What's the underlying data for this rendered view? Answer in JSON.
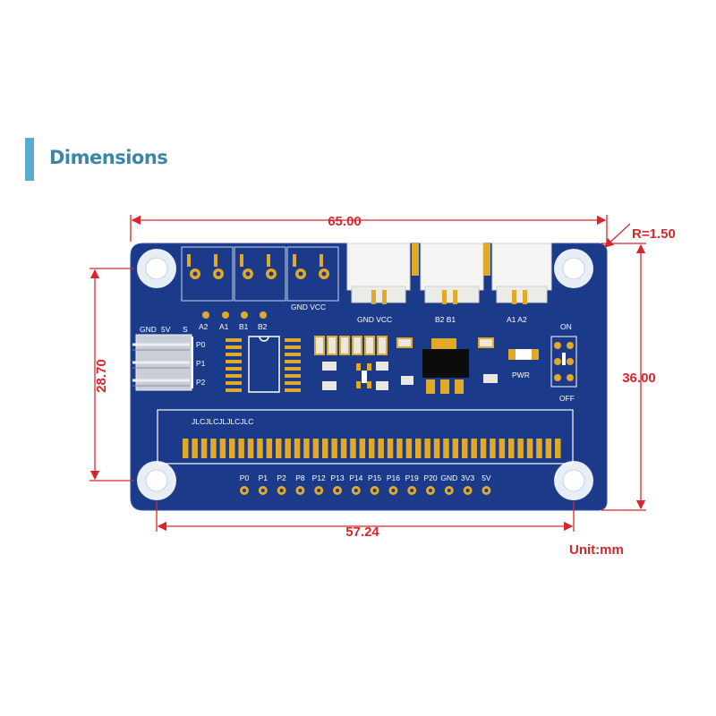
{
  "heading": "Dimensions",
  "dimensions": {
    "width": "65.00",
    "height": "36.00",
    "hole_spacing_x": "57.24",
    "hole_spacing_y": "28.70",
    "corner_radius": "R=1.50"
  },
  "unit": "Unit:mm",
  "colors": {
    "board": "#1c3a8a",
    "dimension": "#d9262a",
    "accent": "#5aa9cf"
  },
  "board": {
    "header_top_a": [
      "A2",
      "A1",
      "B1",
      "B2"
    ],
    "power_label": "GND VCC",
    "connector_left": "GND VCC",
    "connector_mid": "B2 B1",
    "connector_right": "A1 A2",
    "servo_header": [
      "GND",
      "5V",
      "S"
    ],
    "servo_rows": [
      "P0",
      "P1",
      "P2"
    ],
    "pwr_label": "PWR",
    "switch_on": "ON",
    "switch_off": "OFF",
    "silk_text": "JLCJLCJLJLCJLC",
    "pin_labels": [
      "P0",
      "P1",
      "P2",
      "P8",
      "P12",
      "P13",
      "P14",
      "P15",
      "P16",
      "P19",
      "P20",
      "GND",
      "3V3",
      "5V"
    ]
  }
}
